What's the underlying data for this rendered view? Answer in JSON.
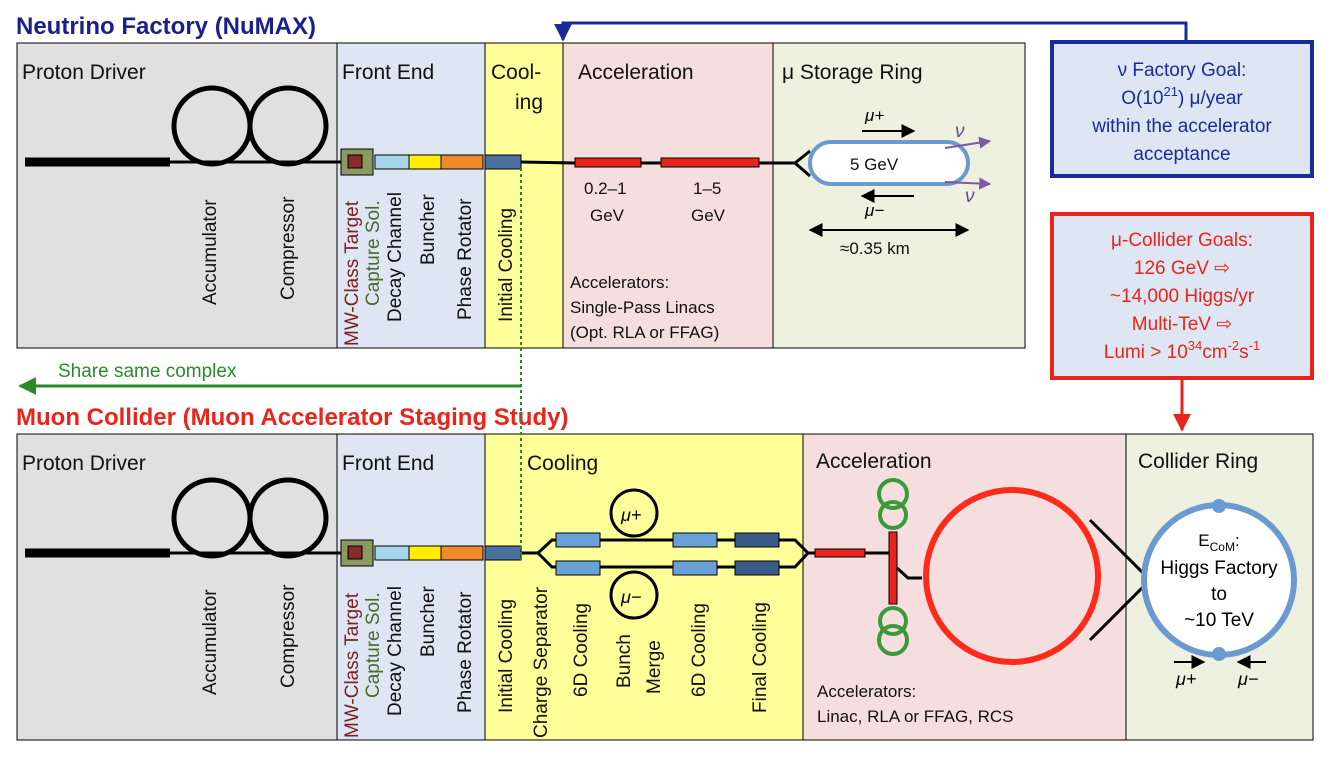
{
  "neutrino_factory": {
    "title": "Neutrino Factory (NuMAX)",
    "sections": {
      "proton_driver": "Proton Driver",
      "front_end": "Front End",
      "cooling_1": "Cool-",
      "cooling_2": "ing",
      "acceleration": "Acceleration",
      "storage_ring": "μ Storage Ring"
    },
    "ring_labels": {
      "accumulator": "Accumulator",
      "compressor": "Compressor"
    },
    "front_end_labels": {
      "target": "MW-Class Target",
      "capture": "Capture Sol.",
      "decay": "Decay Channel",
      "buncher": "Buncher",
      "rotator": "Phase Rotator"
    },
    "initial_cooling": "Initial Cooling",
    "linac_1_energy_a": "0.2–1",
    "linac_1_energy_b": "GeV",
    "linac_2_energy_a": "1–5",
    "linac_2_energy_b": "GeV",
    "accelerators_note": [
      "Accelerators:",
      "Single-Pass Linacs",
      "(Opt. RLA or FFAG)"
    ],
    "ring_energy": "5 GeV",
    "mu_plus": "μ+",
    "mu_minus": "μ−",
    "nu": "ν",
    "ring_length": "≈0.35 km"
  },
  "share_label": "Share same complex",
  "muon_collider": {
    "title": "Muon Collider (Muon Accelerator Staging Study)",
    "sections": {
      "proton_driver": "Proton Driver",
      "front_end": "Front End",
      "cooling": "Cooling",
      "acceleration": "Acceleration",
      "collider_ring": "Collider Ring"
    },
    "ring_labels": {
      "accumulator": "Accumulator",
      "compressor": "Compressor"
    },
    "front_end_labels": {
      "target": "MW-Class Target",
      "capture": "Capture Sol.",
      "decay": "Decay Channel",
      "buncher": "Buncher",
      "rotator": "Phase Rotator"
    },
    "cooling_labels": {
      "initial": "Initial Cooling",
      "separator": "Charge Separator",
      "sixd_1": "6D Cooling",
      "bunch": "Bunch",
      "merge": "Merge",
      "sixd_2": "6D Cooling",
      "final": "Final Cooling"
    },
    "mu_plus": "μ+",
    "mu_minus": "μ−",
    "accelerators_note": [
      "Accelerators:",
      "Linac, RLA or FFAG, RCS"
    ],
    "ring_text": [
      "E",
      "CoM",
      ":",
      "Higgs Factory",
      "to",
      "~10 TeV"
    ]
  },
  "nu_goal": {
    "lines": [
      "ν Factory Goal:",
      "O(10",
      "21",
      ") μ/year",
      "within the accelerator",
      "acceptance"
    ]
  },
  "mu_goal": {
    "lines": [
      "μ-Collider Goals:",
      "126 GeV ⇨",
      "~14,000 Higgs/yr",
      "Multi-TeV ⇨",
      "Lumi > 10",
      "34",
      "cm",
      "-2",
      "s",
      "-1"
    ]
  },
  "colors": {
    "proton_bg": "#e0e0e0",
    "frontend_bg": "#dde6f2",
    "cooling_bg": "#ffff99",
    "accel_bg": "#f4dede",
    "ring_bg": "#eef0e0",
    "blue": "#1a2a9a",
    "red": "#e8241b",
    "green": "#2a8a2a"
  }
}
